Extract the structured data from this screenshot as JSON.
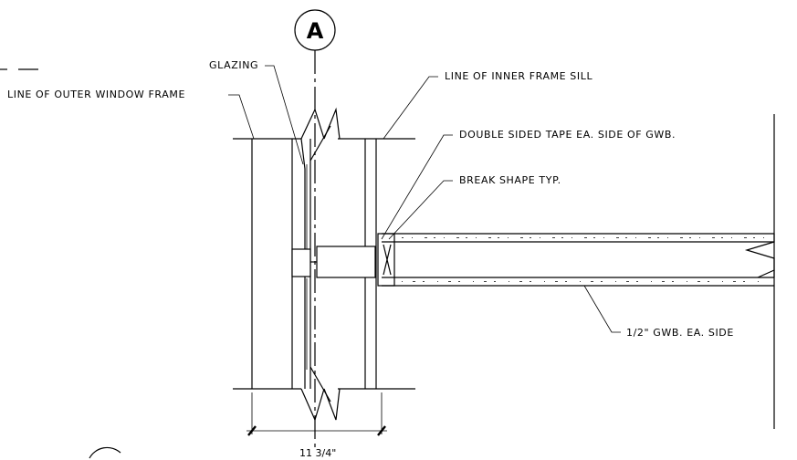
{
  "section_marker": {
    "letter": "A"
  },
  "callouts": {
    "glazing": "GLAZING",
    "outer_frame": "LINE OF OUTER WINDOW FRAME",
    "inner_sill": "LINE OF INNER FRAME SILL",
    "tape": "DOUBLE SIDED TAPE EA. SIDE OF GWB.",
    "break_shape": "BREAK SHAPE TYP.",
    "gwb": "1/2\" GWB. EA. SIDE"
  },
  "dimension": {
    "label": "11 3/4\""
  }
}
